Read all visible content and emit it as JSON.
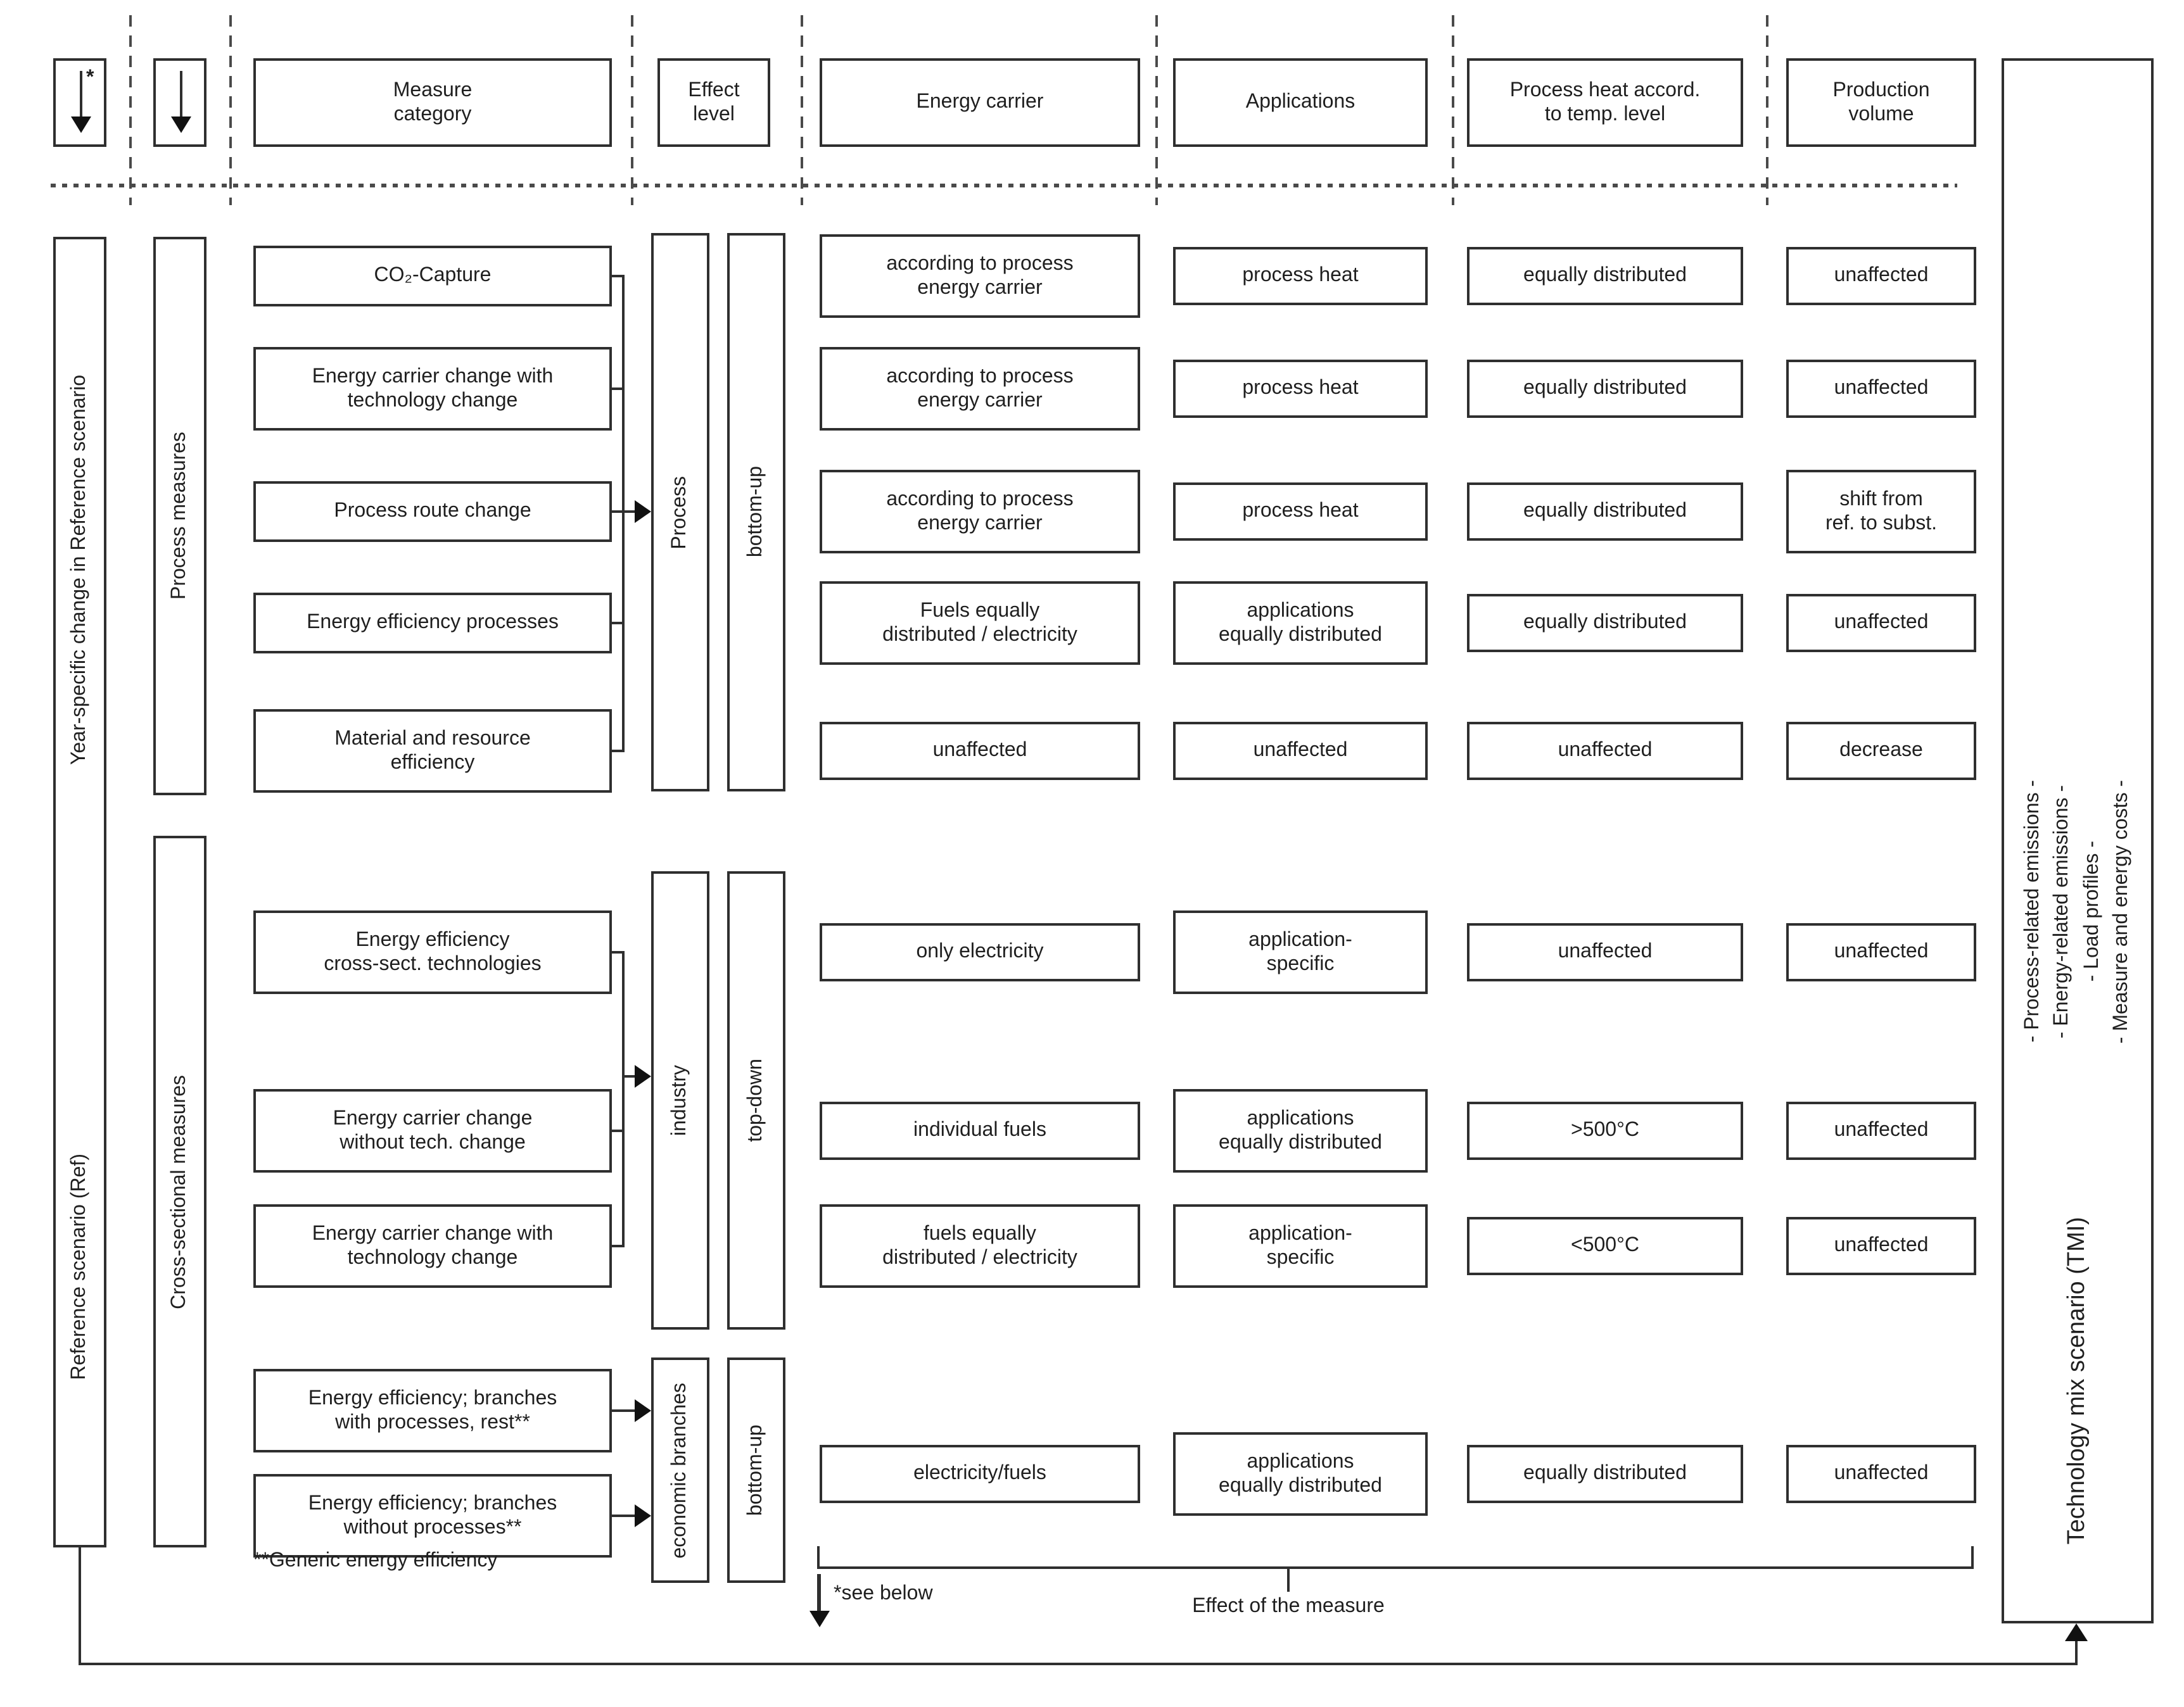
{
  "header": {
    "asterisk": "*",
    "measure_category": "Measure\ncategory",
    "effect_level": "Effect\nlevel",
    "energy_carrier": "Energy carrier",
    "applications": "Applications",
    "process_heat": "Process heat accord.\nto temp. level",
    "production_volume": "Production\nvolume"
  },
  "left": {
    "year_specific": "Year-specific change in Reference scenario",
    "reference": "Reference scenario (Ref)",
    "process_measures": "Process measures",
    "cross_sectional": "Cross-sectional measures"
  },
  "effect": {
    "process": "Process",
    "process_mode": "bottom-up",
    "industry": "industry",
    "industry_mode": "top-down",
    "branches": "economic branches",
    "branches_mode": "bottom-up"
  },
  "process_rows": [
    {
      "measure": "CO₂-Capture",
      "energy_carrier": "according to process\nenergy carrier",
      "applications": "process heat",
      "process_heat": "equally distributed",
      "production": "unaffected"
    },
    {
      "measure": "Energy carrier change with\ntechnology change",
      "energy_carrier": "according to process\nenergy carrier",
      "applications": "process heat",
      "process_heat": "equally distributed",
      "production": "unaffected"
    },
    {
      "measure": "Process route change",
      "energy_carrier": "according to process\nenergy carrier",
      "applications": "process heat",
      "process_heat": "equally distributed",
      "production": "shift from\nref. to subst."
    },
    {
      "measure": "Energy efficiency processes",
      "energy_carrier": "Fuels equally\ndistributed / electricity",
      "applications": "applications\nequally distributed",
      "process_heat": "equally distributed",
      "production": "unaffected"
    },
    {
      "measure": "Material and resource\nefficiency",
      "energy_carrier": "unaffected",
      "applications": "unaffected",
      "process_heat": "unaffected",
      "production": "decrease"
    }
  ],
  "industry_rows": [
    {
      "measure": "Energy efficiency\ncross-sect. technologies",
      "energy_carrier": "only electricity",
      "applications": "application-\nspecific",
      "process_heat": "unaffected",
      "production": "unaffected"
    },
    {
      "measure": "Energy carrier change\nwithout tech. change",
      "energy_carrier": "individual fuels",
      "applications": "applications\nequally distributed",
      "process_heat": ">500°C",
      "production": "unaffected"
    },
    {
      "measure": "Energy carrier change with\ntechnology change",
      "energy_carrier": "fuels equally\ndistributed / electricity",
      "applications": "application-\nspecific",
      "process_heat": "<500°C",
      "production": "unaffected"
    }
  ],
  "branch_rows": [
    {
      "measure": "Energy efficiency; branches\nwith processes, rest**"
    },
    {
      "measure": "Energy efficiency; branches\nwithout processes**"
    }
  ],
  "branch_effect": {
    "energy_carrier": "electricity/fuels",
    "applications": "applications\nequally distributed",
    "process_heat": "equally distributed",
    "production": "unaffected"
  },
  "notes": {
    "generic": "**Generic energy efficiency",
    "see_below": "*see below",
    "effect_of_measure": "Effect of the measure"
  },
  "right_panel": {
    "outputs": [
      "- Process-related emissions -",
      "- Energy-related emissions -",
      "- Load profiles -",
      "- Measure  and energy costs -"
    ],
    "title": "Technology mix scenario (TMI)"
  }
}
